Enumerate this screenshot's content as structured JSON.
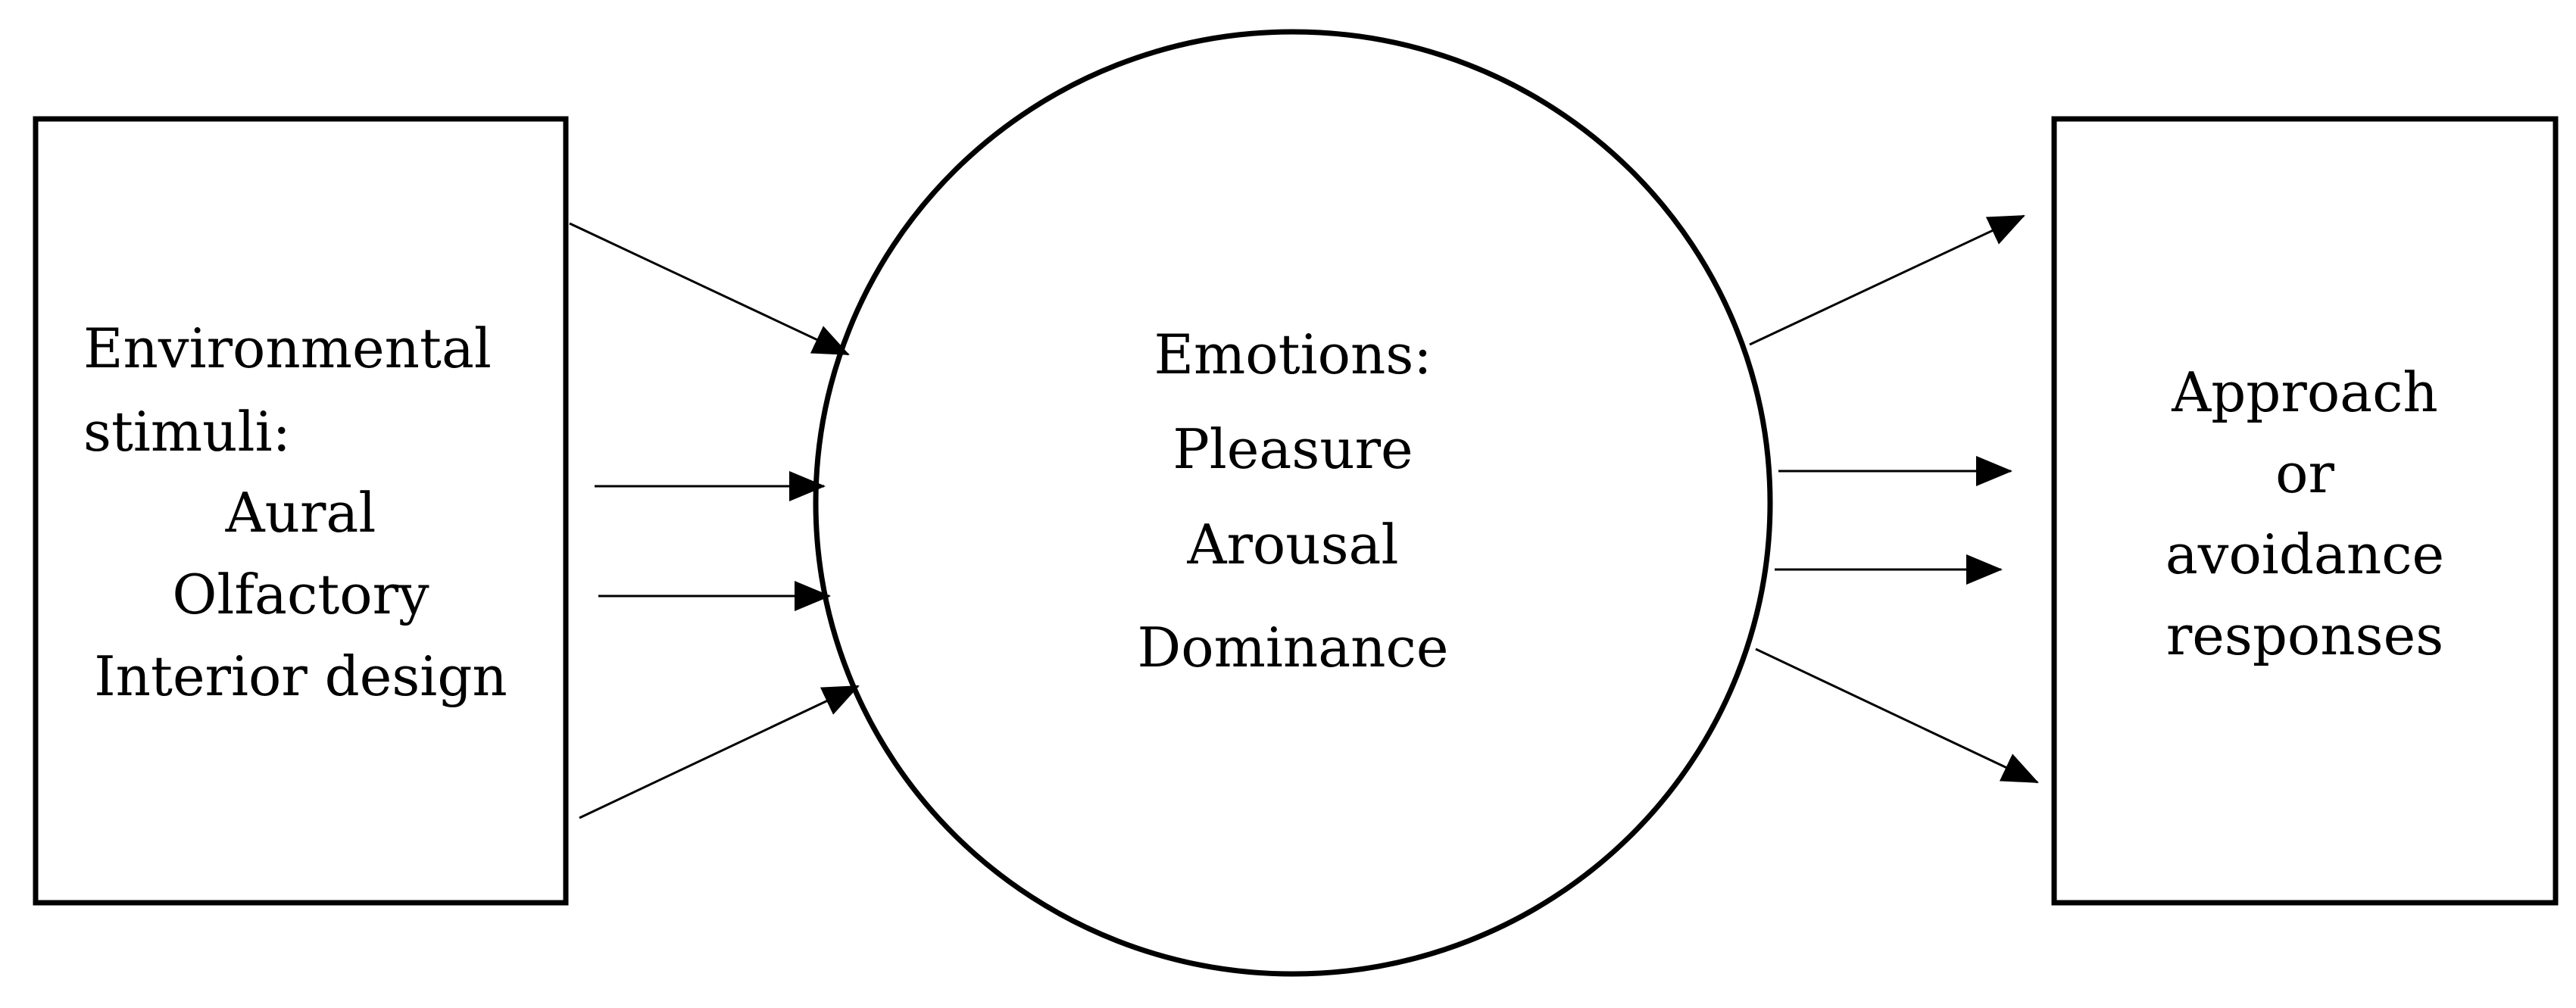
{
  "stimuli_box": {
    "heading": [
      "Environmental",
      "stimuli:"
    ],
    "items": [
      "Aural",
      "Olfactory",
      "Interior design"
    ]
  },
  "emotions_circle": {
    "heading": "Emotions:",
    "items": [
      "Pleasure",
      "Arousal",
      "Dominance"
    ]
  },
  "responses_box": {
    "lines": [
      "Approach",
      "or",
      "avoidance",
      "responses"
    ]
  },
  "colors": {
    "stroke": "#000000",
    "background": "#ffffff"
  }
}
